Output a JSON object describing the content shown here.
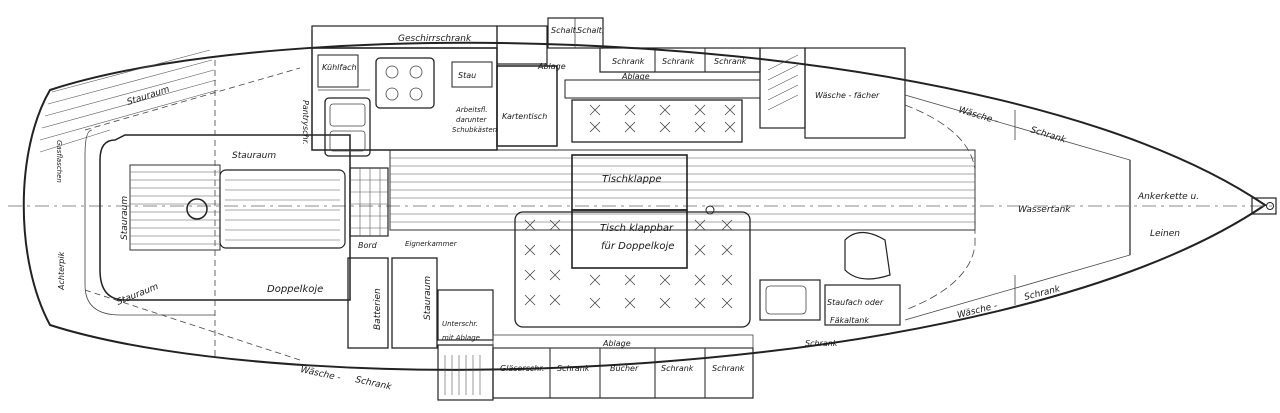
{
  "labels": {
    "geschirrschrank": "Geschirrschrank",
    "schalt_1": "Schalt.",
    "schalt_2": "Schalt.",
    "kuehlfach": "Kühlfach",
    "stau_top": "Stau",
    "ablage_top": "Ablage",
    "ablage_upper": "Ablage",
    "schrank_t1": "Schrank",
    "schrank_t2": "Schrank",
    "schrank_t3": "Schrank",
    "waesche_faecher": "Wäsche - fächer",
    "arbeits": "Arbeitsfl.",
    "darunter": "darunter",
    "schubkaesten": "Schubkästen",
    "kartentisch": "Kartentisch",
    "pantryschr": "Pantryschr.",
    "stauraum_left": "Stauraum",
    "stauraum_aft": "Stauraum",
    "stauraum_v": "Stauraum",
    "stauraum_bottom": "Stauraum",
    "stauraum_mid": "Stauraum",
    "gasflaschen": "Gasflaschen",
    "achterpik": "Achterpik",
    "doppelkoje": "Doppelkoje",
    "tischklappe": "Tischklappe",
    "tisch_klappbar": "Tisch klappbar",
    "fuer_doppelkoje": "für Doppelkoje",
    "bord": "Bord",
    "eignerkammer": "Eignerkammer",
    "batterien": "Batterien",
    "unterschr": "Unterschr.",
    "mit_ablage": "mit Ablage",
    "ablage_bottom": "Ablage",
    "glaeserschr": "Gläserschr.",
    "schrank_b1": "Schrank",
    "buecher": "Bücher",
    "schrank_b2": "Schrank",
    "schrank_b3": "Schrank",
    "waesche_top": "Wäsche -",
    "schrank_fwd_top": "Schrank",
    "wassertank": "Wassertank",
    "ankerkette": "Ankerkette u.",
    "leinen": "Leinen",
    "staufach": "Staufach oder",
    "faekaltank": "Fäkaltank",
    "waesche_fwd_bottom": "Wäsche -",
    "schrank_fwd_bottom": "Schrank",
    "schrank_mid_bottom": "Schrank",
    "waesche_aft_bottom": "Wäsche -",
    "schrank_aft_bottom": "Schrank"
  }
}
